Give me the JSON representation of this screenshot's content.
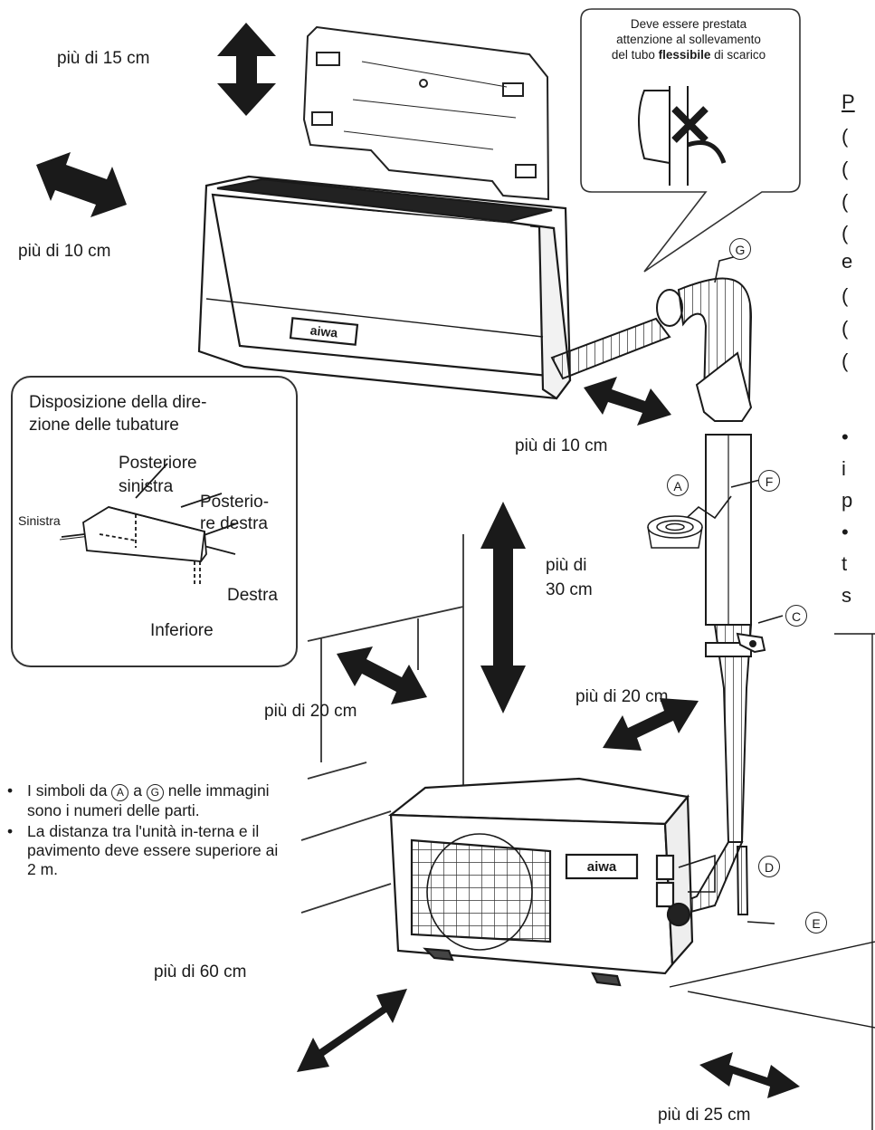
{
  "dimensions": {
    "above_indoor": "più di 15 cm",
    "left_indoor": "più di 10 cm",
    "right_indoor": "più di 10 cm",
    "above_outdoor": "più di",
    "above_outdoor_2": "30 cm",
    "left_outdoor_wall": "più di 20 cm",
    "right_outdoor": "più di 20 cm",
    "front_outdoor": "più di 60 cm",
    "side_outdoor": "più di 25 cm"
  },
  "callout": {
    "line1": "Deve essere prestata",
    "line2": "attenzione al sollevamento",
    "line3_pre": "del tubo ",
    "line3_bold": "flessibile",
    "line3_post": " di scarico"
  },
  "inset": {
    "title_line1": "Disposizione della dire-",
    "title_line2": "zione delle tubature",
    "rear_left_1": "Posteriore",
    "rear_left_2": "sinistra",
    "rear_right_1": "Posterio-",
    "rear_right_2": "re destra",
    "left": "Sinistra",
    "right": "Destra",
    "bottom": "Inferiore"
  },
  "notes": {
    "note1_a": "I simboli da ",
    "note1_sym_a": "A",
    "note1_b": " a ",
    "note1_sym_g": "G",
    "note1_c": " nelle immagini sono i numeri delle parti.",
    "note2": "La distanza tra l'unità in-terna e il pavimento deve essere superiore ai 2 m."
  },
  "part_tags": {
    "A": "A",
    "C": "C",
    "D": "D",
    "E": "E",
    "F": "F",
    "G": "G"
  },
  "brand": {
    "indoor": "aiwa",
    "outdoor": "aiwa"
  },
  "right_column": {
    "r1": "P",
    "r2": "(",
    "r3": "(",
    "r4": "(",
    "r5": "(",
    "r6": "e",
    "r7": "(",
    "r8": "(",
    "r9": "(",
    "r10": "•",
    "r11": "i",
    "r12": "p",
    "r13": "•",
    "r14": "t",
    "r15": "s"
  }
}
